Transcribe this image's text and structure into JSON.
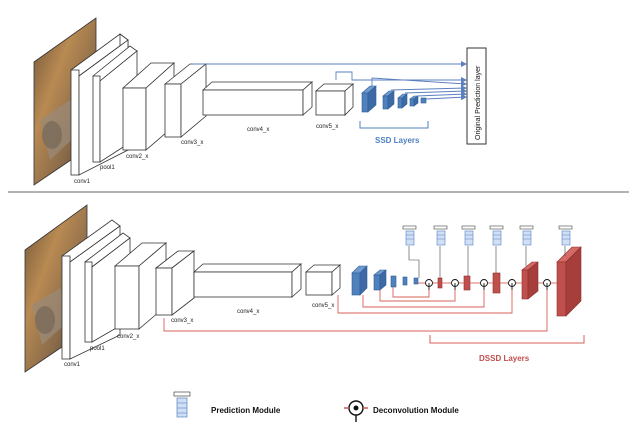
{
  "colors": {
    "ssd_blue": "#4f81bd",
    "ssd_blue_dark": "#2f5f95",
    "dssd_red": "#c0504d",
    "dssd_red_dark": "#8e2f2c",
    "arrow_blue": "#5b7fc0",
    "line_red": "#d9605a",
    "module_blue": "#cfe0f5",
    "divider": "#666666"
  },
  "top": {
    "labels": {
      "conv1": "conv1",
      "pool1": "pool1",
      "conv2": "conv2_x",
      "conv3": "conv3_x",
      "conv4": "conv4_x",
      "conv5": "conv5_x"
    },
    "ssd_label": "SSD Layers",
    "prediction_layer": "Original Prediction layer"
  },
  "bottom": {
    "labels": {
      "conv1": "conv1",
      "pool1": "pool1",
      "conv2": "conv2_x",
      "conv3": "conv3_x",
      "conv4": "conv4_x",
      "conv5": "conv5_x"
    },
    "dssd_label": "DSSD Layers"
  },
  "legend": {
    "prediction_module": "Prediction Module",
    "deconvolution_module": "Deconvolution  Module"
  }
}
